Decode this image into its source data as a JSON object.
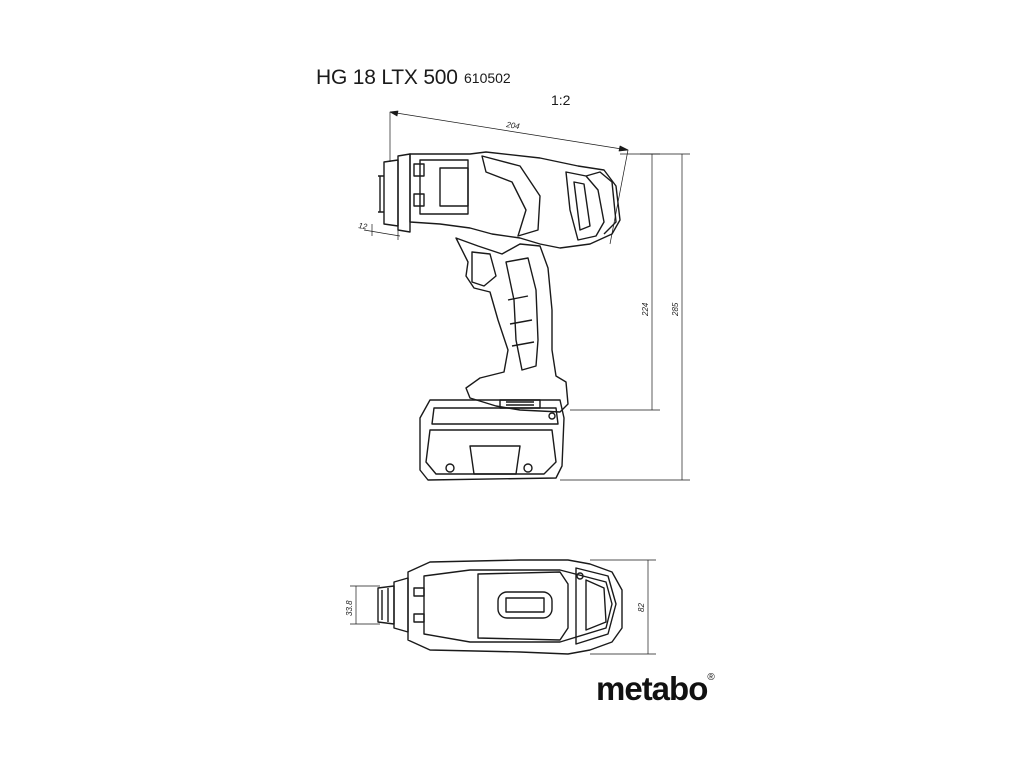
{
  "header": {
    "model": "HG 18 LTX 500",
    "article_no": "610502",
    "scale": "1:2"
  },
  "dimensions": {
    "length": "204",
    "nozzle_offset": "12",
    "height_body": "224",
    "height_total": "285",
    "nozzle_diameter": "33.8",
    "width": "82"
  },
  "brand": {
    "logo_text": "metabo",
    "registered": "®"
  }
}
